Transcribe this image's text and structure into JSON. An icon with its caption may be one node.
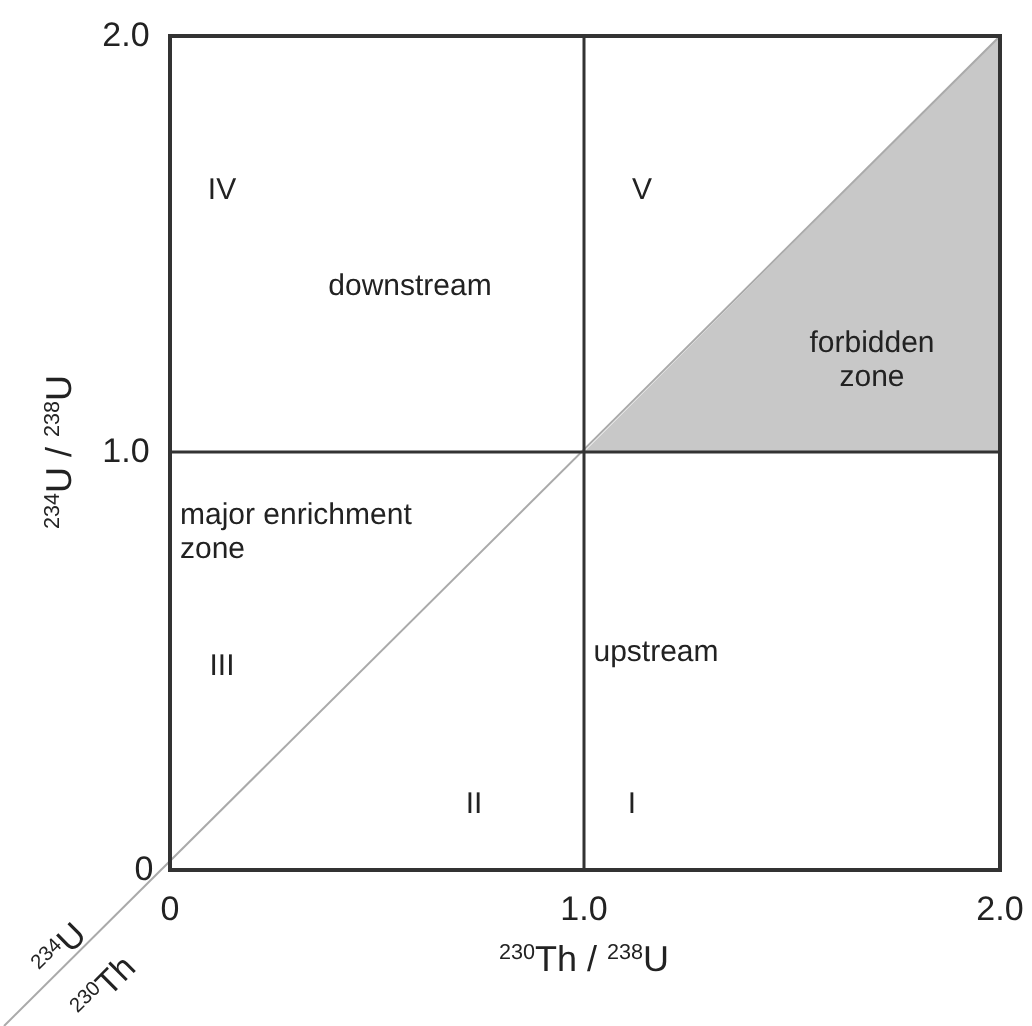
{
  "diagram": {
    "labels": [
      "2.0",
      "1.0",
      "0",
      "0",
      "1.0",
      "2.0",
      "$^{234}$U / $^{238}$U",
      "$^{230}$Th / $^{238}$U",
      "$^{234}$U",
      "$^{230}$Th",
      "IV",
      "V",
      "downstream",
      "forbidden zone",
      "major enrichment zone",
      "III",
      "upstream",
      "II",
      "I"
    ]
  }
}
